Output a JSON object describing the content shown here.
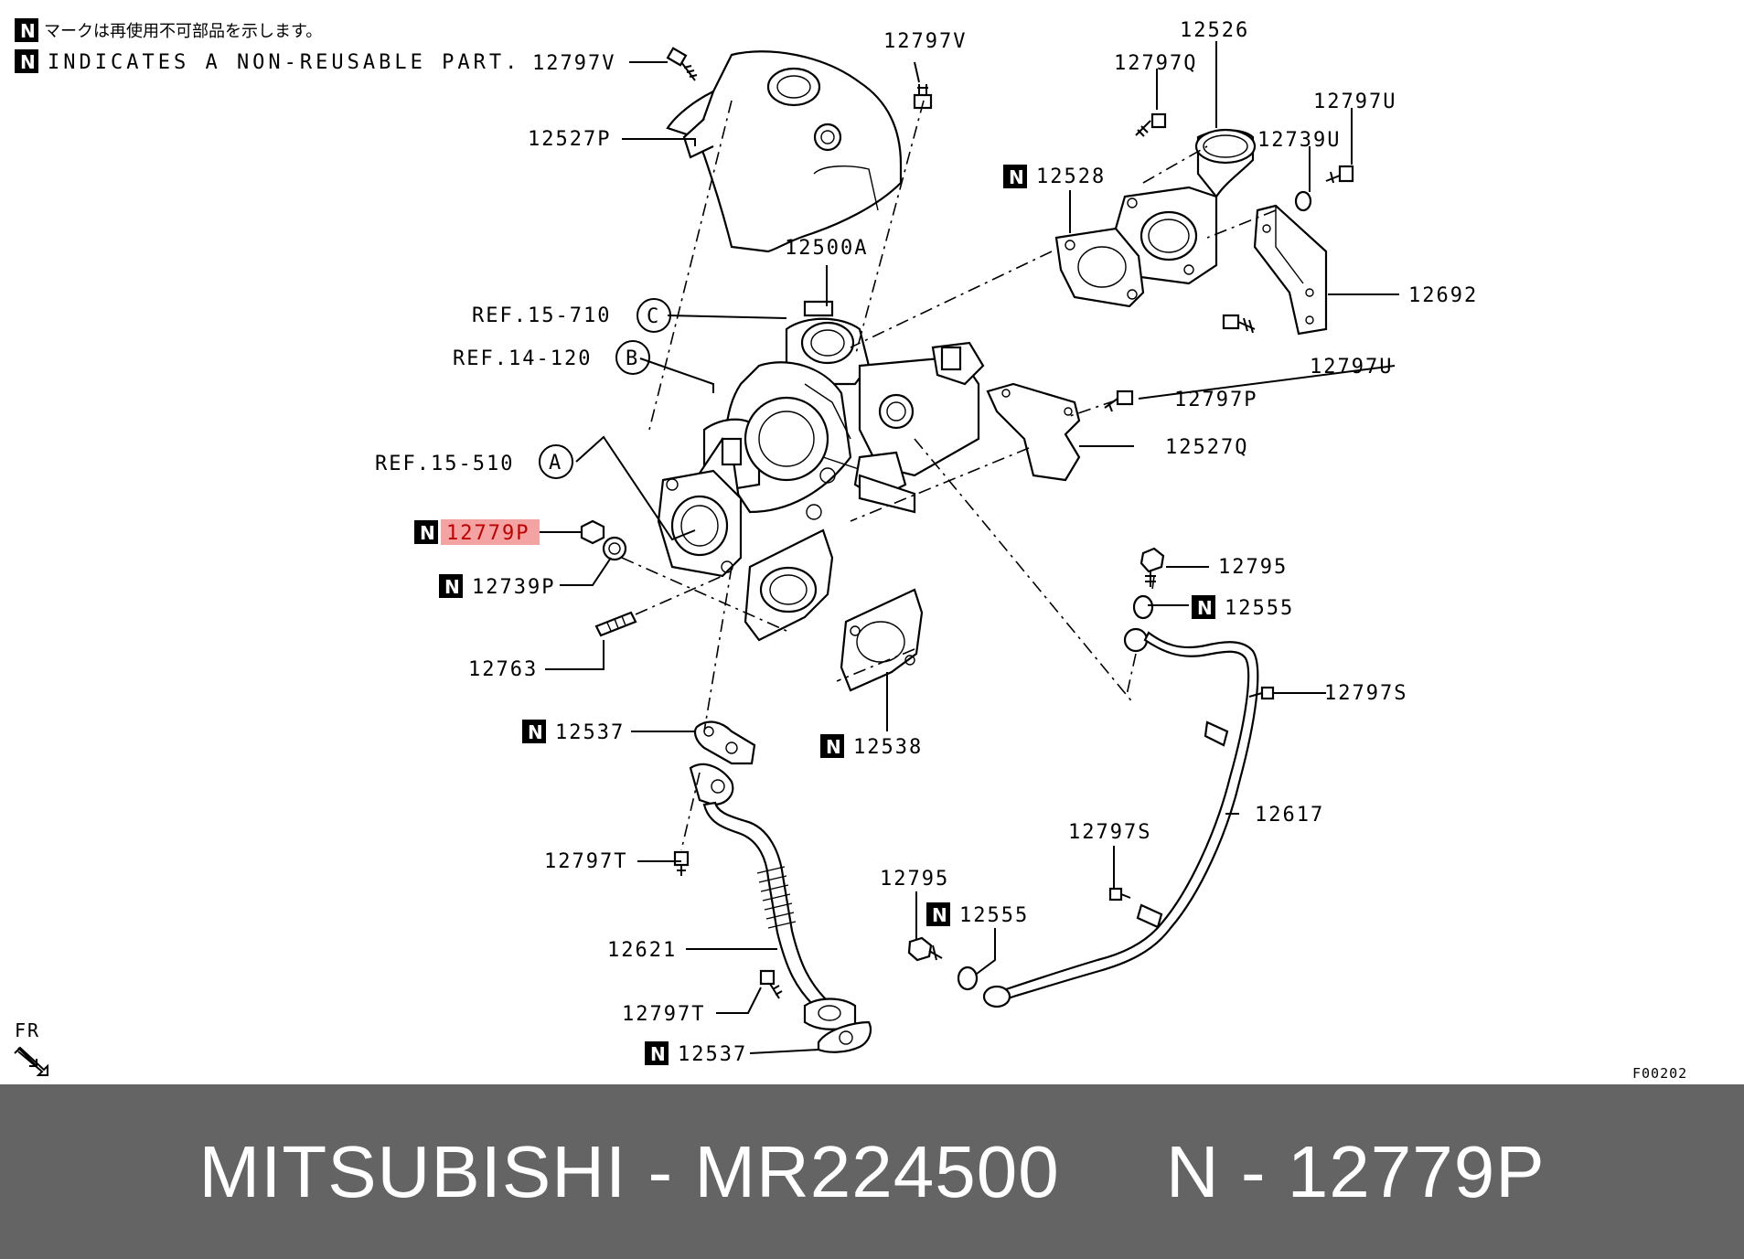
{
  "notes": {
    "badge": "N",
    "jp": "マークは再使用不可部品を示します。",
    "en": "INDICATES A NON-REUSABLE PART."
  },
  "labels": {
    "p12797V_a": "12797V",
    "p12797V_b": "12797V",
    "p12527P": "12527P",
    "p12526": "12526",
    "p12797Q": "12797Q",
    "p12797U_a": "12797U",
    "p12739U": "12739U",
    "p12528": "12528",
    "p12500A": "12500A",
    "p12692": "12692",
    "refC": "REF.15-710",
    "refB": "REF.14-120",
    "refA": "REF.15-510",
    "circC": "C",
    "circB": "B",
    "circA": "A",
    "p12797U_b": "12797U",
    "p12797P": "12797P",
    "p12527Q": "12527Q",
    "p12779P": "12779P",
    "p12739P": "12739P",
    "p12795_a": "12795",
    "p12555_a": "12555",
    "p12763": "12763",
    "p12797S_a": "12797S",
    "p12537_a": "12537",
    "p12538": "12538",
    "p12617": "12617",
    "p12797S_b": "12797S",
    "p12797T_a": "12797T",
    "p12795_b": "12795",
    "p12555_b": "12555",
    "p12621": "12621",
    "p12797T_b": "12797T",
    "p12537_b": "12537",
    "fr": "FR",
    "code": "F00202"
  },
  "highlight_color": "#f4a3a3",
  "footer": {
    "brand": "MITSUBISHI",
    "part_number": "MR224500",
    "ref": "N - 12779P",
    "text": "MITSUBISHI - MR224500     N - 12779P"
  }
}
